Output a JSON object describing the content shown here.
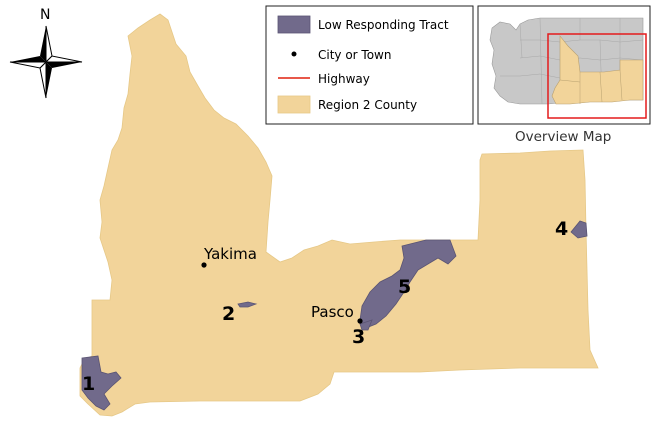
{
  "north_arrow": {
    "label": "N",
    "icon": "compass-rose-icon"
  },
  "legend": {
    "items": [
      {
        "label": "Low Responding Tract",
        "symbol": "tract-swatch",
        "color": "#716a8b"
      },
      {
        "label": "City or Town",
        "symbol": "dot",
        "color": "#000000"
      },
      {
        "label": "Highway",
        "symbol": "line",
        "color": "#e8584a"
      },
      {
        "label": "Region 2 County",
        "symbol": "county-swatch",
        "color": "#f2d49a"
      }
    ]
  },
  "cities": [
    {
      "name": "Yakima"
    },
    {
      "name": "Pasco"
    }
  ],
  "tracts": [
    {
      "label": "1"
    },
    {
      "label": "2"
    },
    {
      "label": "3"
    },
    {
      "label": "4"
    },
    {
      "label": "5"
    }
  ],
  "overview": {
    "title": "Overview Map",
    "frame_color": "#e41a1c",
    "state_color": "#c8c8c8"
  },
  "colors": {
    "region": "#f2d49a",
    "tract": "#716a8b",
    "tract_stroke": "#5a5473"
  }
}
